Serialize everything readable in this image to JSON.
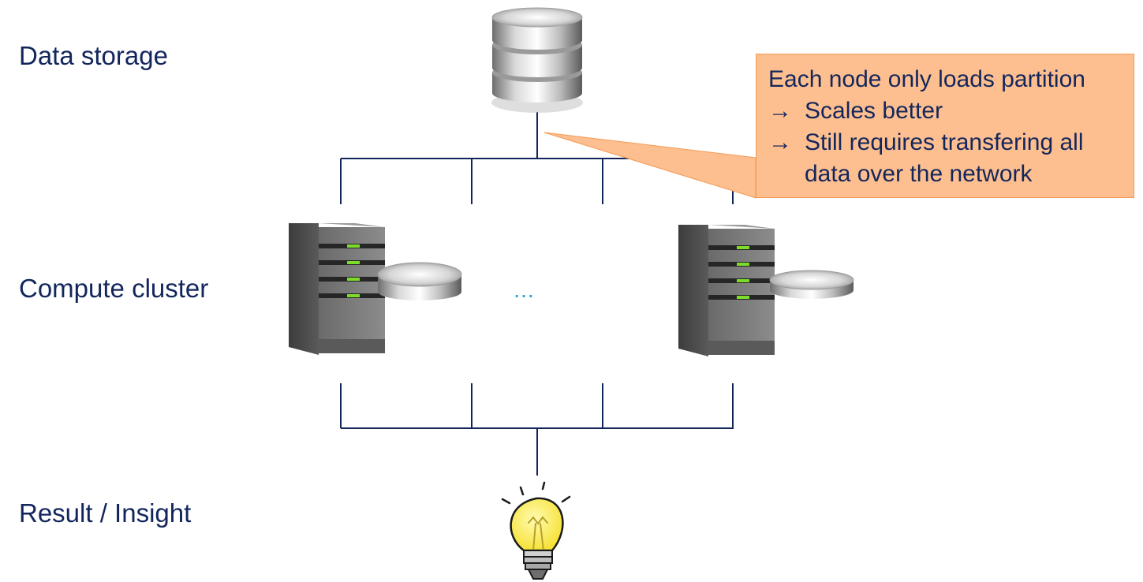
{
  "labels": {
    "storage": "Data storage",
    "compute": "Compute cluster",
    "result": "Result / Insight"
  },
  "callout": {
    "line1": "Each node only loads partition",
    "arrow": "→",
    "line2": "Scales better",
    "line3": "Still requires transfering all",
    "line4": "data over the network"
  },
  "ellipsis": "…",
  "colors": {
    "text": "#13265c",
    "callout_fill": "#fdbf8f",
    "callout_border": "#f59a55",
    "lines": "#13265c",
    "led": "#7ddc2a",
    "ellipsis": "#1aa0d8"
  },
  "icons": [
    "database-icon",
    "server-icon",
    "disk-icon",
    "lightbulb-icon"
  ]
}
